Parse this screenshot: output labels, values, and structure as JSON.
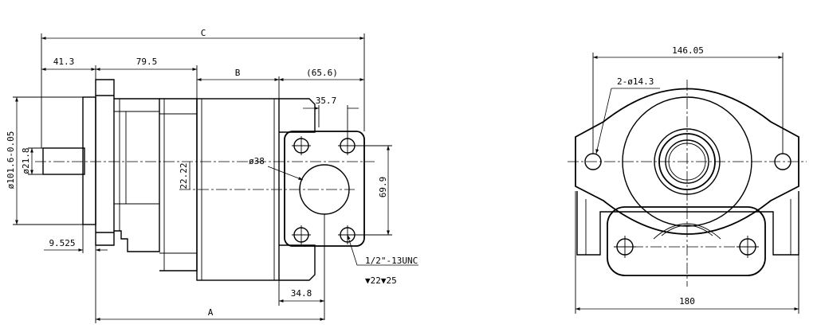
{
  "labels": {
    "C": "C",
    "d41_3": "41.3",
    "d79_5": "79.5",
    "B": "B",
    "d65_6": "(65.6)",
    "d35_7": "35.7",
    "d38": "ø38",
    "d22_22": "22.22",
    "d69_9": "69.9",
    "d101_6": "ø101.6-0.05",
    "d21_8": "ø21.8",
    "d9_525": "9.525",
    "thread": "1/2\"-13UNC",
    "depth": "▼22▼25",
    "d34_8": "34.8",
    "A": "A",
    "d146_05": "146.05",
    "holes": "2-ø14.3",
    "d180": "180"
  }
}
